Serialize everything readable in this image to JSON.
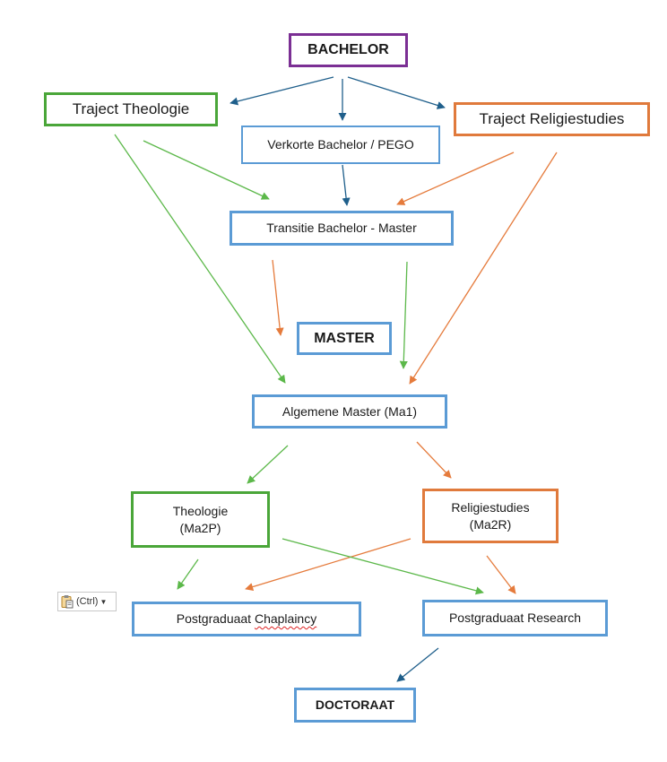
{
  "colors": {
    "blue": "#1f5f8b",
    "green": "#5cb84a",
    "orange": "#e57b3c",
    "purple": "#7b2f94",
    "box_blue": "#5b9bd5"
  },
  "nodes": {
    "bachelor": "BACHELOR",
    "traject_theologie": "Traject Theologie",
    "traject_religiestudies": "Traject Religiestudies",
    "verkorte_bachelor": "Verkorte Bachelor / PEGO",
    "transitie": "Transitie Bachelor - Master",
    "master": "MASTER",
    "algemene_master": "Algemene Master (Ma1)",
    "theologie_line1": "Theologie",
    "theologie_line2": "(Ma2P)",
    "religiestudies_line1": "Religiestudies",
    "religiestudies_line2": "(Ma2R)",
    "postgraduaat_chaplaincy_prefix": "Postgraduaat ",
    "postgraduaat_chaplaincy_word": "Chaplaincy",
    "postgraduaat_research": "Postgraduaat Research",
    "doctoraat": "DOCTORAAT"
  },
  "paste_options": {
    "label": "(Ctrl)",
    "icon": "clipboard-icon"
  },
  "edges": [
    {
      "name": "arrow-bachelor-to-theologie",
      "color": "blue"
    },
    {
      "name": "arrow-bachelor-to-verkorte",
      "color": "blue"
    },
    {
      "name": "arrow-bachelor-to-religiestudies",
      "color": "blue"
    },
    {
      "name": "arrow-verkorte-to-transitie",
      "color": "blue"
    },
    {
      "name": "arrow-theologie-to-transitie",
      "color": "green"
    },
    {
      "name": "arrow-theologie-to-algemene-master",
      "color": "green"
    },
    {
      "name": "arrow-religiestudies-to-transitie",
      "color": "orange"
    },
    {
      "name": "arrow-religiestudies-to-algemene-master",
      "color": "orange"
    },
    {
      "name": "arrow-transitie-to-algemene-master-orange",
      "color": "orange"
    },
    {
      "name": "arrow-transitie-to-algemene-master-green",
      "color": "green"
    },
    {
      "name": "arrow-algemene-master-to-theologie-ma2p",
      "color": "green"
    },
    {
      "name": "arrow-algemene-master-to-religiestudies-ma2r",
      "color": "orange"
    },
    {
      "name": "arrow-theologie-ma2p-to-chaplaincy",
      "color": "green"
    },
    {
      "name": "arrow-religiestudies-ma2r-to-chaplaincy",
      "color": "orange"
    },
    {
      "name": "arrow-theologie-ma2p-to-research",
      "color": "green"
    },
    {
      "name": "arrow-religiestudies-ma2r-to-research",
      "color": "orange"
    },
    {
      "name": "arrow-research-to-doctoraat",
      "color": "blue"
    }
  ]
}
